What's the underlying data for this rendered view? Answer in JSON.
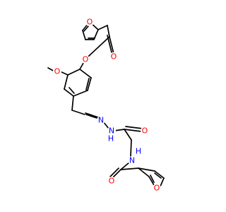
{
  "colors": {
    "oxygen": "#FF0000",
    "nitrogen": "#0000FF",
    "carbon": "#000000",
    "background": "#FFFFFF"
  },
  "atom_labels": {
    "furan_top_o": "O",
    "ester_o_link": "O",
    "ester_o_carbonyl": "O",
    "methoxy_o": "O",
    "hydrazone_n1": "N",
    "hydrazone_nh": "N",
    "hydrazone_h": "H",
    "amide_o_top": "O",
    "amide_nh": "N",
    "amide_h": "H",
    "amide_o_bottom": "O",
    "furan_bottom_o": "O"
  }
}
